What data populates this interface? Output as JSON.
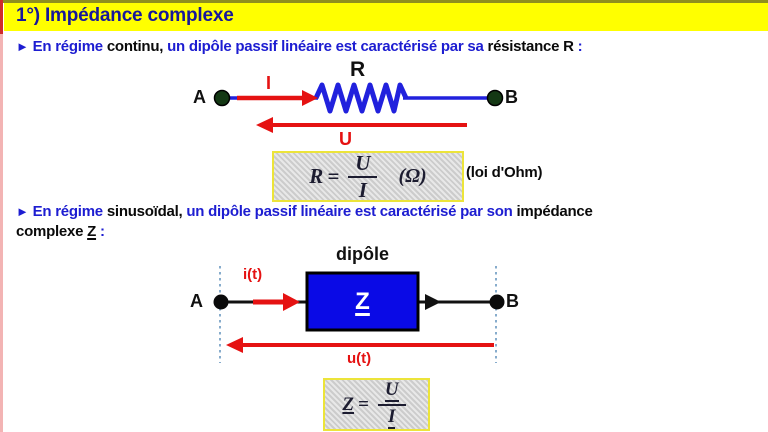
{
  "title": "1°) Impédance complexe",
  "bullet1": {
    "marker": "►",
    "seg_blue1": "En régime ",
    "seg_black1": "continu,",
    "seg_blue2": " un dipôle passif linéaire est caractérisé par sa ",
    "seg_black2": "résistance R",
    "seg_blue3": " :"
  },
  "bullet2": {
    "marker": "►",
    "seg_blue1": "En régime ",
    "seg_black1": "sinusoïdal,",
    "seg_blue2": " un dipôle passif linéaire est caractérisé par son ",
    "seg_black2": "impédance",
    "line2_black": "complexe ",
    "line2_symbol": "Z",
    "line2_colon": " :"
  },
  "circuit_dc": {
    "resistor_label": "R",
    "node_a": "A",
    "node_b": "B",
    "current_label": "I",
    "voltage_label": "U"
  },
  "formula_ohm": {
    "lhs": "R",
    "equals": "=",
    "numerator": "U",
    "denominator": "I",
    "unit": "(Ω)",
    "caption": "(loi d'Ohm)"
  },
  "circuit_ac": {
    "box_label": "dipôle",
    "impedance_symbol": "Z",
    "node_a": "A",
    "node_b": "B",
    "current_label": "i(t)",
    "voltage_label": "u(t)"
  },
  "formula_impedance": {
    "lhs": "Z",
    "equals": "=",
    "numerator": "U",
    "denominator": "I"
  },
  "colors": {
    "title_highlight": "#ffff00",
    "heading_text": "#17179b",
    "body_blue": "#1d1dd1",
    "body_black": "#0a0a0a",
    "accent_red": "#e51212",
    "wire_blue": "#2121dd",
    "impedance_box_fill": "#0a0ae6",
    "formula_box_bg": "#d9d9d9",
    "formula_box_border": "#ece43a"
  }
}
